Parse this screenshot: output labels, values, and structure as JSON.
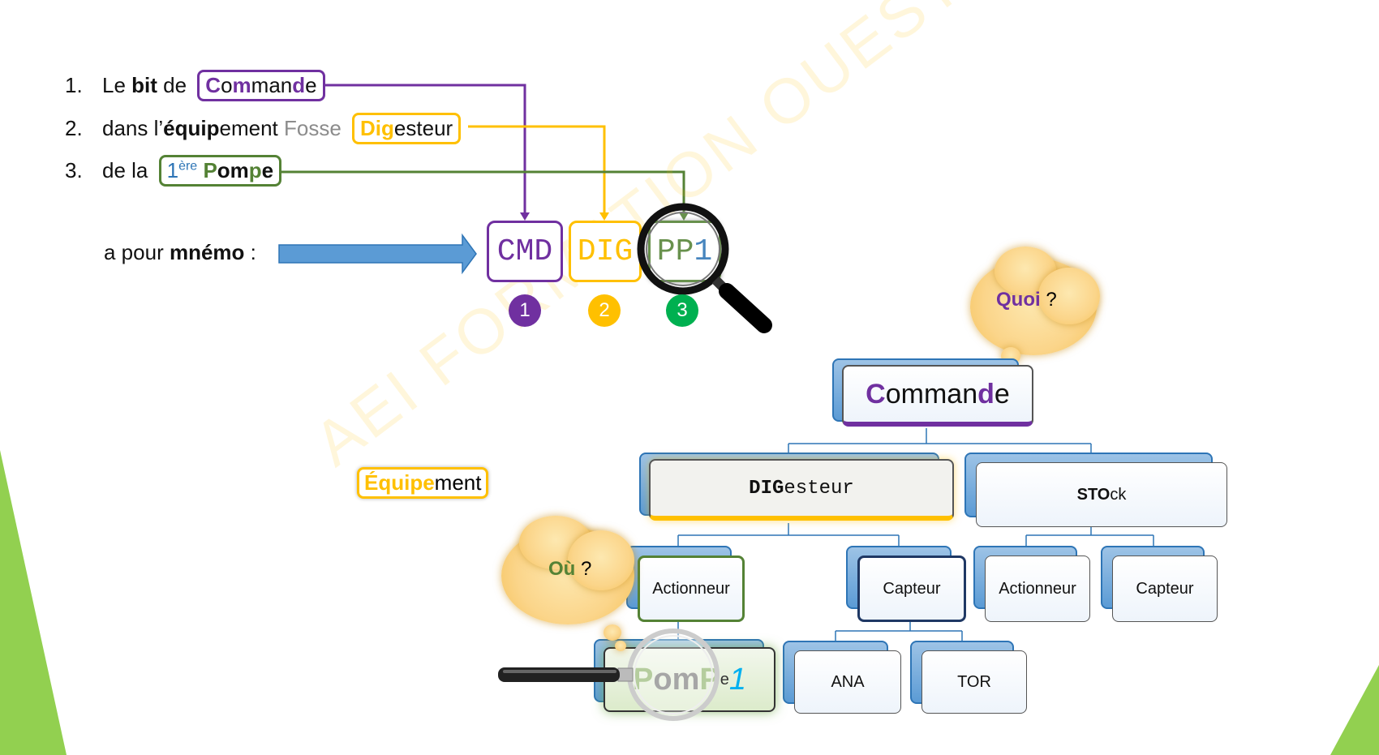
{
  "list": [
    {
      "num": "1.",
      "pre": "Le ",
      "bold": "bit",
      "mid": " de ",
      "box": {
        "C": "C",
        "o": "o",
        "m1": "m",
        "man": "man",
        "d": "d",
        "e": "e"
      }
    },
    {
      "num": "2.",
      "pre": "dans l’",
      "bold": "équip",
      "mid": "ement ",
      "grey": "Fosse ",
      "box": {
        "dig": "Dig",
        "rest": "esteur"
      }
    },
    {
      "num": "3.",
      "pre": "de la ",
      "box": {
        "one": "1",
        "sup": "ère",
        "P": "P",
        "om": "om",
        "p": "p",
        "e": "e"
      }
    }
  ],
  "mnemo": {
    "pre": "a pour ",
    "bold": "mnémo",
    "post": " :",
    "cmd": "CMD",
    "dig": "DIG",
    "pp": "PP",
    "one": "1"
  },
  "badges": [
    "1",
    "2",
    "3"
  ],
  "quoi": {
    "word": "Quoi",
    "q": " ?"
  },
  "ou": {
    "word": "Où",
    "q": " ?"
  },
  "equipement_label": {
    "eq": "Équipe",
    "rest": "ment"
  },
  "tree": {
    "commande": {
      "C": "C",
      "omman": "omman",
      "d": "d",
      "e": "e"
    },
    "digesteur": {
      "bold": "DIG",
      "rest": "esteur"
    },
    "stock": {
      "bold": "STO",
      "rest": "ck"
    },
    "actionneur1": "Actionneur",
    "capteur1": "Capteur",
    "actionneur2": "Actionneur",
    "capteur2": "Capteur",
    "ana": "ANA",
    "tor": "TOR",
    "pompe": {
      "P": "P",
      "om": "om",
      "p": "P",
      "e": "e",
      "one": "1"
    }
  },
  "watermark": "AEI    FORMATION    OUEST",
  "colors": {
    "purple": "#7030a0",
    "yellow": "#ffc000",
    "green": "#548235",
    "blue": "#2e75b6",
    "accent_green": "#92d050"
  }
}
